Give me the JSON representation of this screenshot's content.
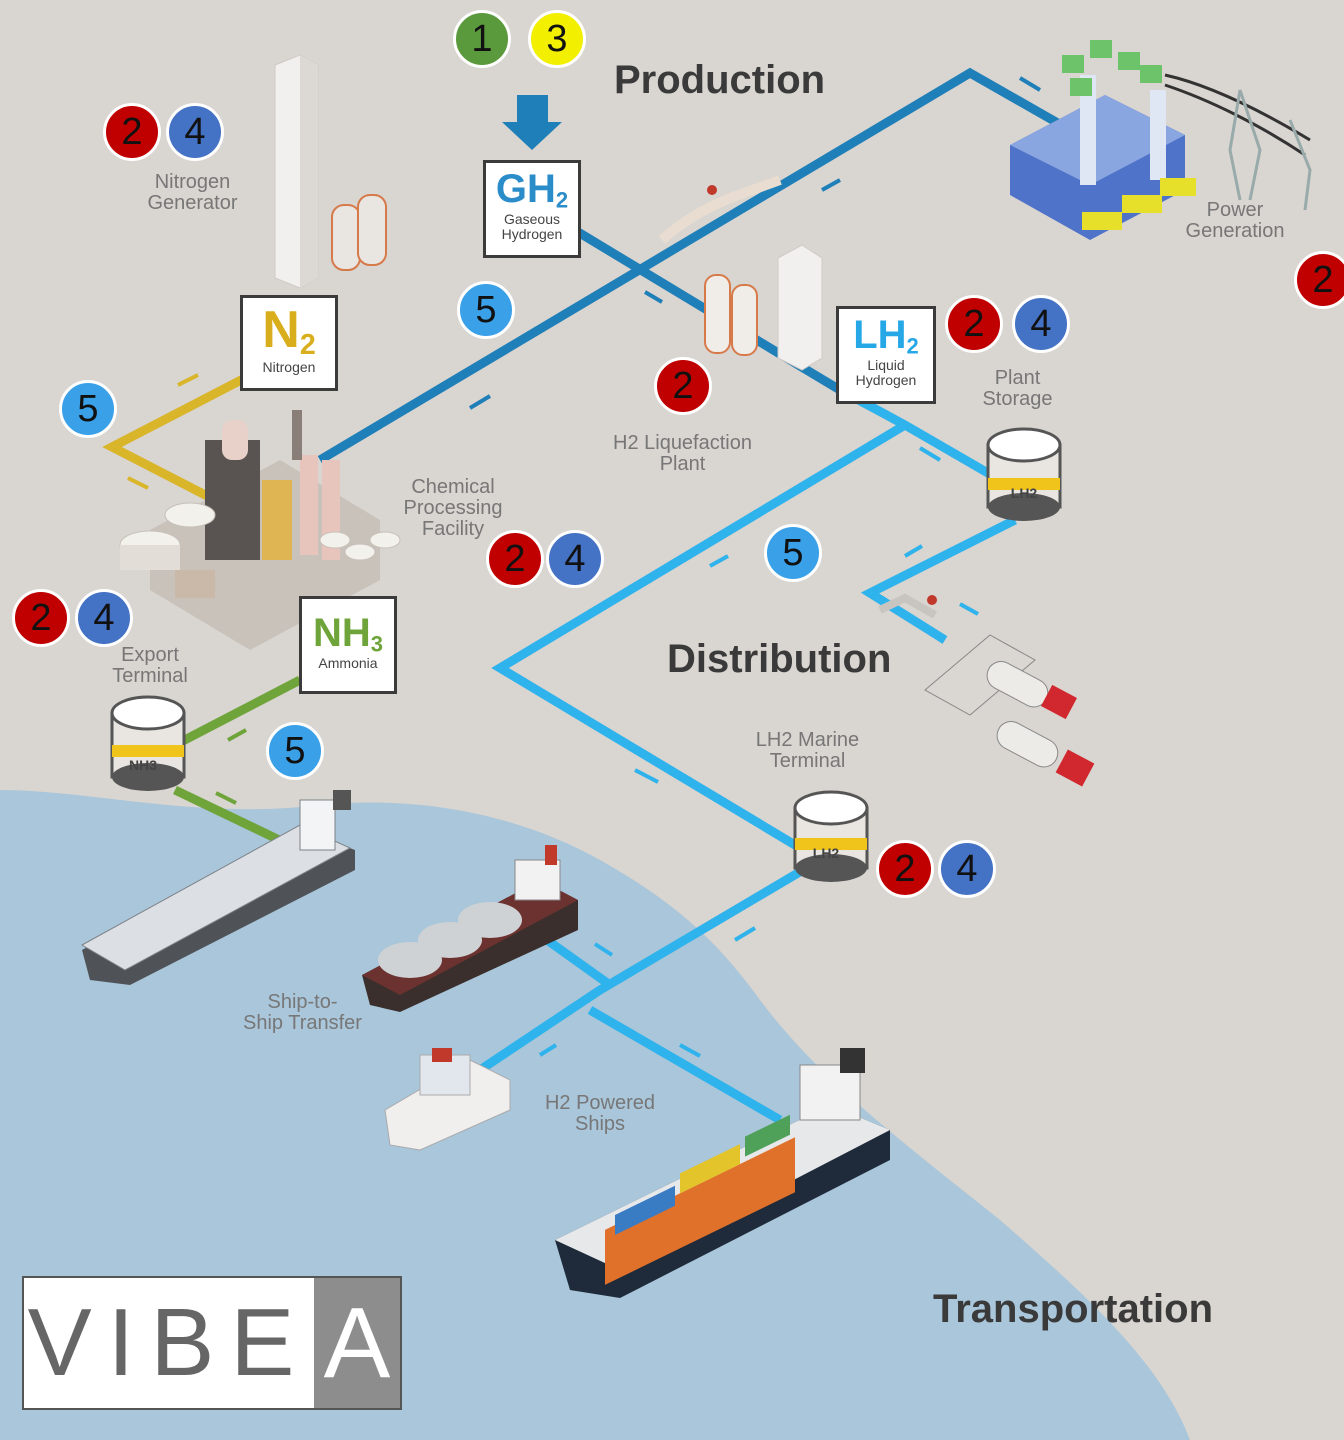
{
  "sections": {
    "production": "Production",
    "distribution": "Distribution",
    "transportation": "Transportation"
  },
  "chips": {
    "gh2": {
      "symbol": "GH",
      "sub": "2",
      "name": "Gaseous\nHydrogen",
      "color": "#2a8cc9"
    },
    "n2": {
      "symbol": "N",
      "sub": "2",
      "name": "Nitrogen",
      "color": "#d9ae1c"
    },
    "lh2": {
      "symbol": "LH",
      "sub": "2",
      "name": "Liquid\nHydrogen",
      "color": "#27a8e6"
    },
    "nh3": {
      "symbol": "NH",
      "sub": "3",
      "name": "Ammonia",
      "color": "#6fa43a"
    }
  },
  "labels": {
    "nitrogen_generator": "Nitrogen\nGenerator",
    "power_generation": "Power\nGeneration",
    "h2_liquefaction_plant": "H2 Liquefaction\nPlant",
    "plant_storage": "Plant\nStorage",
    "chemical_processing_facility": "Chemical\nProcessing\nFacility",
    "export_terminal": "Export\nTerminal",
    "lh2_marine_terminal": "LH2 Marine\nTerminal",
    "ship_to_ship_transfer": "Ship-to-\nShip Transfer",
    "h2_powered_ships": "H2 Powered\nShips"
  },
  "tank_labels": {
    "lh2": "LH2",
    "nh3": "NH3"
  },
  "badges": [
    {
      "id": "production-green",
      "text": "1",
      "color": "#5b9a3c"
    },
    {
      "id": "production-yellow",
      "text": "3",
      "color": "#f3ef00"
    },
    {
      "id": "nitrogen-red",
      "text": "2",
      "color": "#c00000"
    },
    {
      "id": "nitrogen-blue",
      "text": "4",
      "color": "#4472c4"
    },
    {
      "id": "pipe-gh2",
      "text": "5",
      "color": "#3aa0e8"
    },
    {
      "id": "power-red",
      "text": "2",
      "color": "#c00000"
    },
    {
      "id": "lh2-red",
      "text": "2",
      "color": "#c00000"
    },
    {
      "id": "lh2-blue",
      "text": "4",
      "color": "#4472c4"
    },
    {
      "id": "n2-pipe",
      "text": "5",
      "color": "#3aa0e8"
    },
    {
      "id": "liquefaction-red",
      "text": "2",
      "color": "#c00000"
    },
    {
      "id": "chemical-red",
      "text": "2",
      "color": "#c00000"
    },
    {
      "id": "chemical-blue",
      "text": "4",
      "color": "#4472c4"
    },
    {
      "id": "distribution-pipe",
      "text": "5",
      "color": "#3aa0e8"
    },
    {
      "id": "export-red",
      "text": "2",
      "color": "#c00000"
    },
    {
      "id": "export-blue",
      "text": "4",
      "color": "#4472c4"
    },
    {
      "id": "ammonia-pipe",
      "text": "5",
      "color": "#3aa0e8"
    },
    {
      "id": "marine-red",
      "text": "2",
      "color": "#c00000"
    },
    {
      "id": "marine-blue",
      "text": "4",
      "color": "#4472c4"
    }
  ],
  "logo": {
    "left": "VIBE",
    "right": "A"
  },
  "colors": {
    "land": "#d9d5d0",
    "sea": "#a9c6da",
    "gh2_pipe": "#1f7fb8",
    "lh2_pipe": "#2fb3ec",
    "n2_pipe": "#d9b52a",
    "nh3_pipe": "#6fa43a"
  }
}
